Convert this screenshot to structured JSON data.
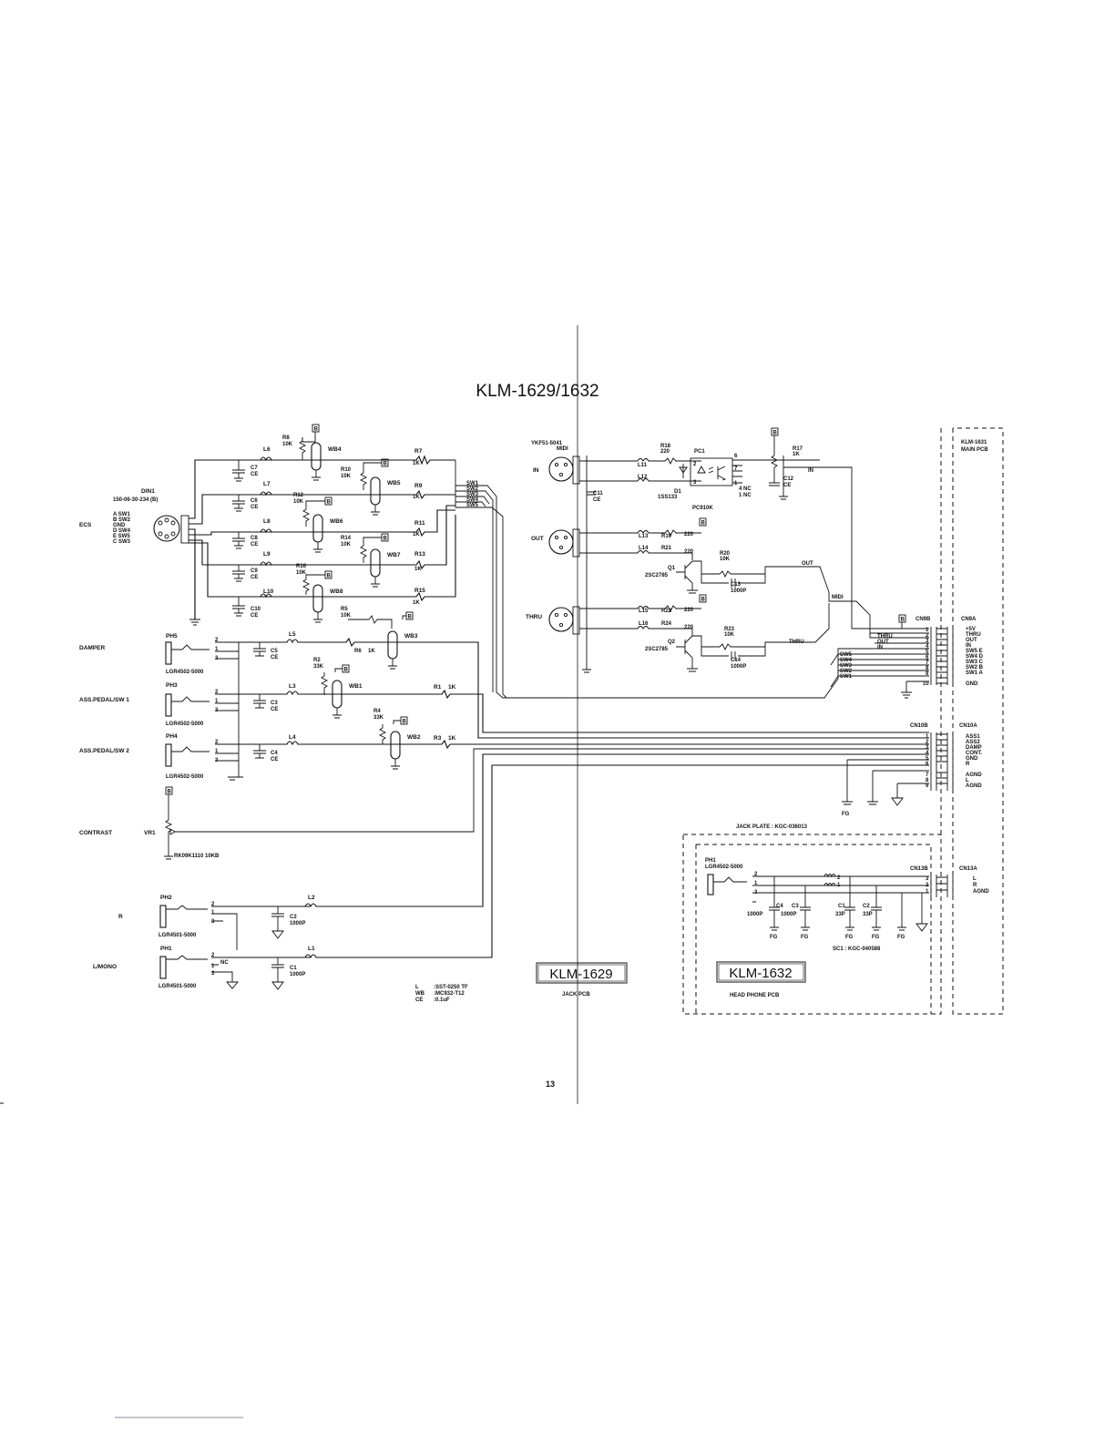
{
  "title": "KLM-1629/1632",
  "page_number": "13",
  "boards": {
    "jack_pcb_name": "KLM-1629",
    "jack_pcb_caption": "JACK PCB",
    "headphone_pcb_name": "KLM-1632",
    "headphone_pcb_caption": "HEAD PHONE PCB",
    "main_pcb_line1": "KLM-1631",
    "main_pcb_line2": "MAIN PCB",
    "jack_plate": "JACK PLATE : KGC-036013",
    "sc1": "SC1 : KGC-040588"
  },
  "legend": [
    {
      "key": "L",
      "value": ":SST-0250 TF"
    },
    {
      "key": "WB",
      "value": ":MC932-T12"
    },
    {
      "key": "CE",
      "value": ":0.1uF"
    }
  ],
  "ecs": {
    "label": "ECS",
    "connector": "DIN1",
    "part": "150-06-30-234 (B)",
    "pins": [
      "A SW1",
      "B SW2",
      "GND",
      "D SW4",
      "E SW5",
      "C SW3"
    ]
  },
  "jacks": {
    "damper": {
      "label": "DAMPER",
      "ref": "PH5",
      "part": "LGR4502-5000"
    },
    "pedal1": {
      "label": "ASS.PEDAL/SW 1",
      "ref": "PH3",
      "part": "LGR4502-5000"
    },
    "pedal2": {
      "label": "ASS.PEDAL/SW 2",
      "ref": "PH4",
      "part": "LGR4502-5000"
    },
    "contrast": {
      "label": "CONTRAST",
      "ref": "VR1",
      "part": "RK09K1110 10KB"
    },
    "r": {
      "label": "R",
      "ref": "PH2",
      "part": "LGR4501-5000"
    },
    "lmono": {
      "label": "L/MONO",
      "ref": "PH1",
      "part": "LGR4501-5000",
      "pin": "NC"
    },
    "hp": {
      "ref": "PH1",
      "part": "LGR4502-5000"
    }
  },
  "midi": {
    "connector": "YKF51-5041",
    "label": "MIDI",
    "ports": [
      "IN",
      "OUT",
      "THRU"
    ],
    "photocoupler": "PC910K",
    "diode": "1SS133",
    "transistor": "2SC2785",
    "net_out": "OUT",
    "net_thru": "THRU",
    "net_in": "IN"
  },
  "parts": {
    "L6": "L6",
    "L7": "L7",
    "L8": "L8",
    "L9": "L9",
    "L10": "L10",
    "L5": "L5",
    "L3": "L3",
    "L4": "L4",
    "L2": "L2",
    "L1": "L1",
    "L11": "L11",
    "L12": "L12",
    "L13": "L13",
    "L14": "L14",
    "L15": "L15",
    "L16": "L16",
    "R8": "R8",
    "R10": "R10",
    "R12": "R12",
    "R14": "R14",
    "R16": "R16",
    "R7": "R7",
    "R9": "R9",
    "R11": "R11",
    "R13": "R13",
    "R15": "R15",
    "R5": "R5",
    "R6": "R6",
    "R2": "R2",
    "R4": "R4",
    "R1": "R1",
    "R3": "R3",
    "R18": "R18",
    "R19": "R19",
    "R21": "R21",
    "R20": "R20",
    "R22": "R22",
    "R23": "R23",
    "R24": "R24",
    "R17": "R17",
    "v10k": "10K",
    "v1k": "1K",
    "v33k": "33K",
    "v220": "220",
    "WB4": "WB4",
    "WB5": "WB5",
    "WB6": "WB6",
    "WB7": "WB7",
    "WB8": "WB8",
    "WB3": "WB3",
    "WB1": "WB1",
    "WB2": "WB2",
    "C7": "C7",
    "C6": "C6",
    "C8": "C8",
    "C9": "C9",
    "C10": "C10",
    "C5": "C5",
    "C3": "C3",
    "C4": "C4",
    "C11": "C11",
    "C12": "C12",
    "C13": "C13",
    "C14": "C14",
    "C2": "C2",
    "C1": "C1",
    "CE": "CE",
    "v1000P": "1000P",
    "v33P": "33P",
    "Q1": "Q1",
    "Q2": "Q2",
    "D1": "D1",
    "PC1": "PC1",
    "NC": "NC",
    "FG": "FG",
    "B": "B",
    "hpC4": "C4",
    "hpC3": "C3",
    "hpC1": "C1",
    "hpC2": "C2"
  },
  "bus_labels": [
    "SW1",
    "SW2",
    "SW3",
    "SW4",
    "SW5"
  ],
  "cn9": {
    "b_label": "CN9B",
    "a_label": "CN9A",
    "b_nets": [
      "THRU",
      "OUT",
      "IN"
    ],
    "b_sw": [
      "SW5",
      "SW4",
      "SW3",
      "SW2",
      "SW1"
    ],
    "pins": [
      "1",
      "2",
      "3",
      "4",
      "5",
      "6",
      "7",
      "8",
      "9",
      "10"
    ],
    "signals": [
      "+5V",
      "THRU",
      "OUT",
      "IN",
      "SW5 E",
      "SW4 D",
      "SW3 C",
      "SW2 B",
      "SW1 A",
      "GND"
    ]
  },
  "cn10": {
    "b_label": "CN10B",
    "a_label": "CN10A",
    "pins": [
      "1",
      "2",
      "3",
      "4",
      "5",
      "6",
      "7",
      "8",
      "9"
    ],
    "signals": [
      "ASS1",
      "ASS2",
      "DAMP",
      "CONT.",
      "GND",
      "R",
      "AGND",
      "L",
      "AGND"
    ]
  },
  "cn13": {
    "b_label": "CN13B",
    "a_label": "CN13A",
    "pins": [
      "3",
      "2",
      "1"
    ],
    "signals": [
      "L",
      "R",
      "AGND"
    ]
  }
}
